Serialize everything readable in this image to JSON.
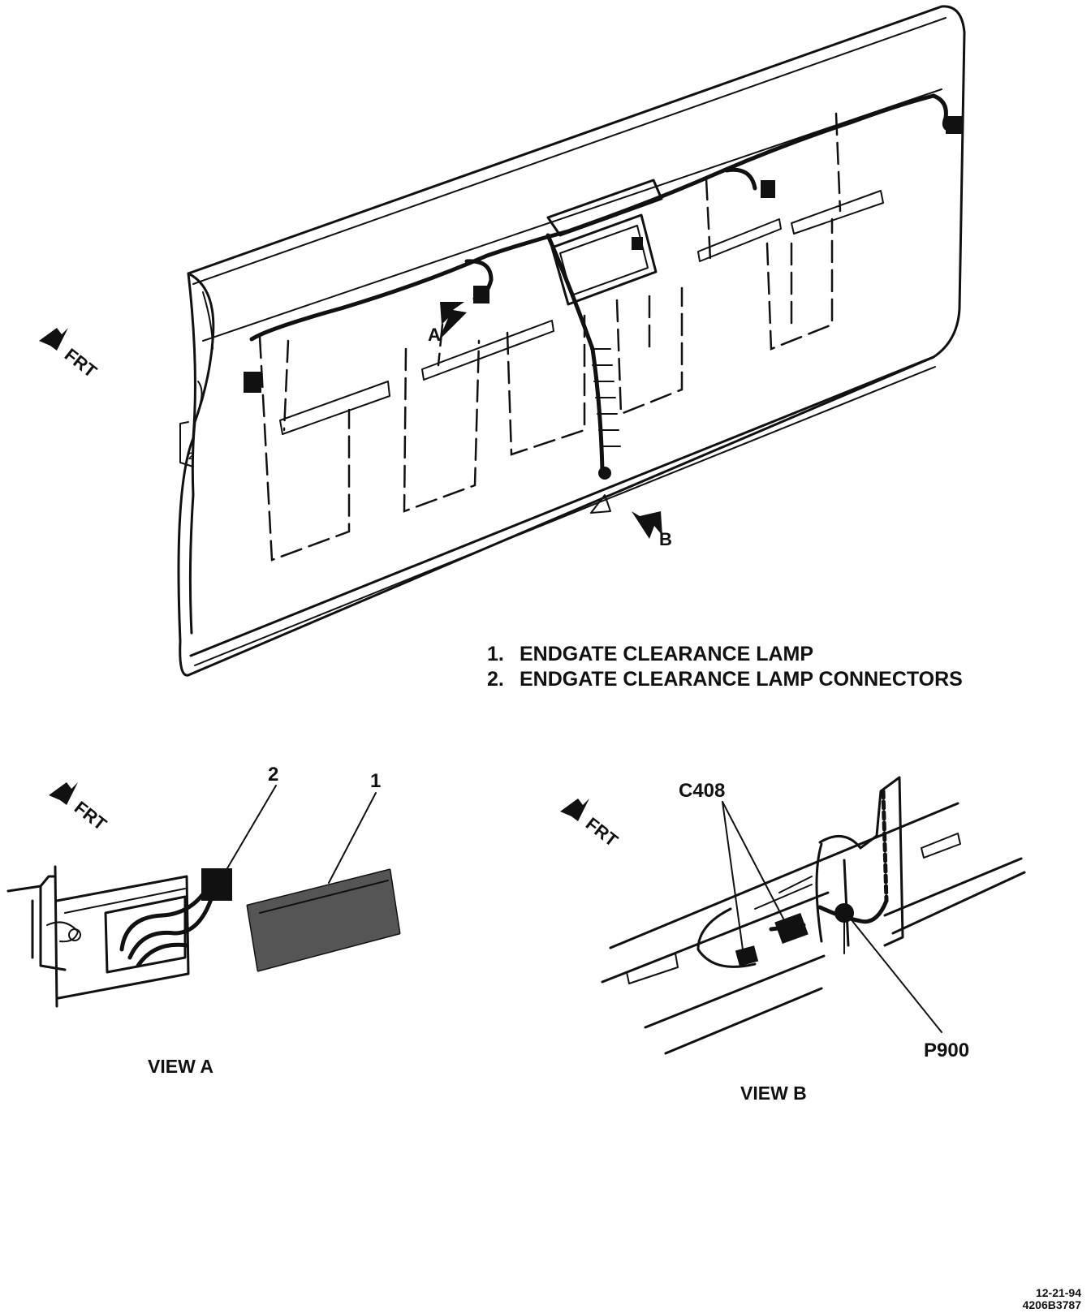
{
  "legend": [
    {
      "num": "1.",
      "text": "ENDGATE CLEARANCE LAMP"
    },
    {
      "num": "2.",
      "text": "ENDGATE CLEARANCE LAMP CONNECTORS"
    }
  ],
  "direction_label": "FRT",
  "main_view": {
    "view_refs": [
      "A",
      "B"
    ],
    "side_mark": "2"
  },
  "view_a": {
    "title": "VIEW  A",
    "callouts": [
      "2",
      "1"
    ]
  },
  "view_b": {
    "title": "VIEW  B",
    "callouts": [
      "C408",
      "P900"
    ]
  },
  "footer": {
    "date": "12-21-94",
    "code": "4206B3787"
  },
  "icons": [
    "direction-arrow-icon",
    "view-pointer-arrow-icon"
  ]
}
